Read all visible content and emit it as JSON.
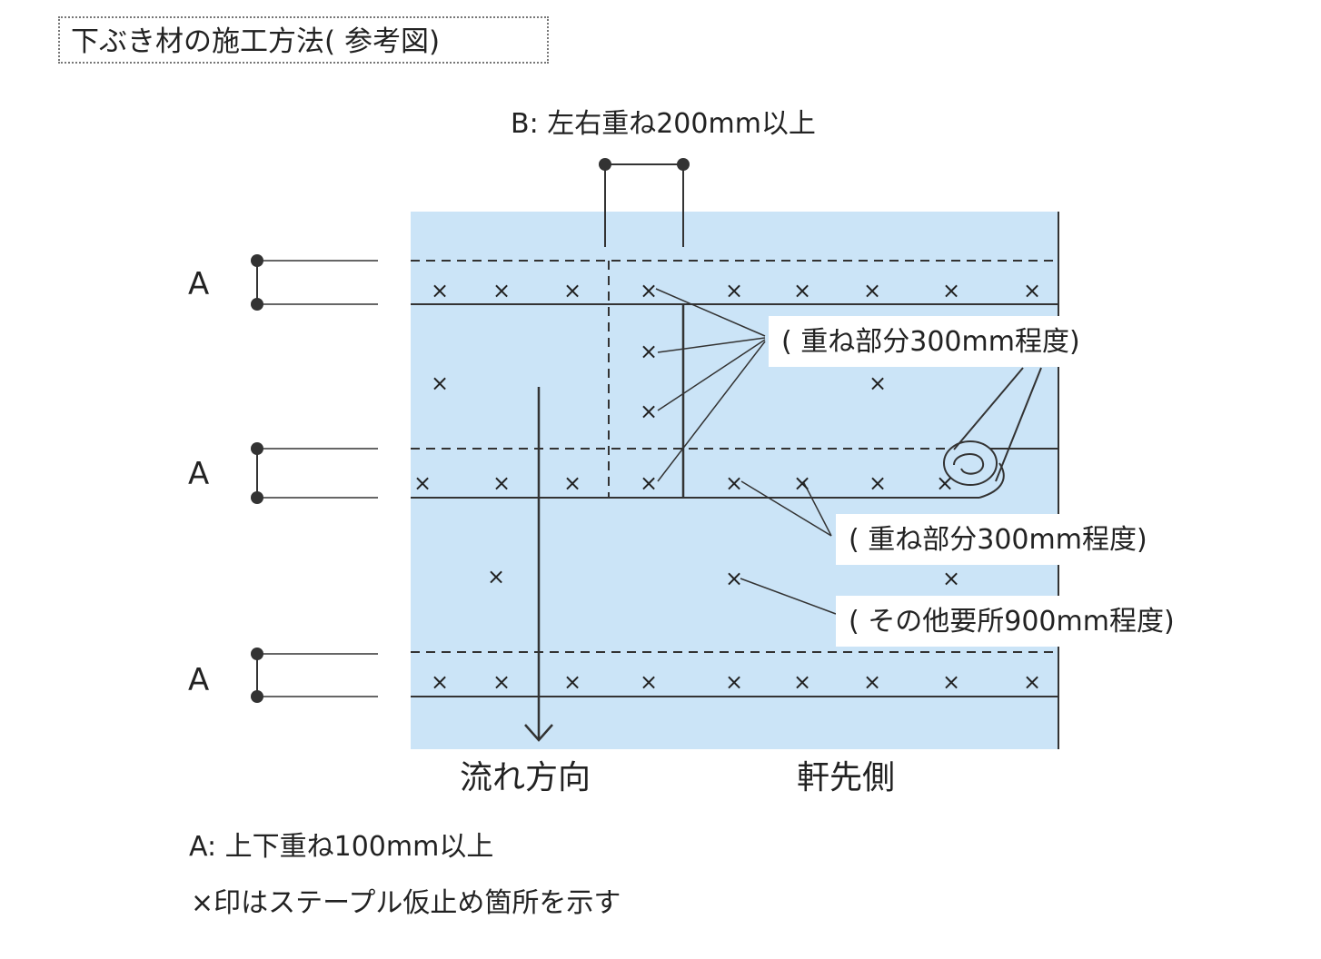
{
  "title": "下ぶき材の施工方法( 参考図)",
  "labels": {
    "b_overlap": "B:  左右重ね200mm以上",
    "a_mark": "A",
    "overlap_300": "(  重ね部分300mm程度)",
    "overlap_300_lower": "(  重ね部分300mm程度)",
    "other_900": "( その他要所900mm程度)",
    "flow_direction": "流れ方向",
    "eaves_side": "軒先側",
    "a_overlap": "A:  上下重ね100mm以上",
    "staple_note": "×印はステープル仮止め箇所を示す"
  },
  "colors": {
    "sheet": "#cbe4f7",
    "line": "#333333",
    "background": "#ffffff"
  }
}
